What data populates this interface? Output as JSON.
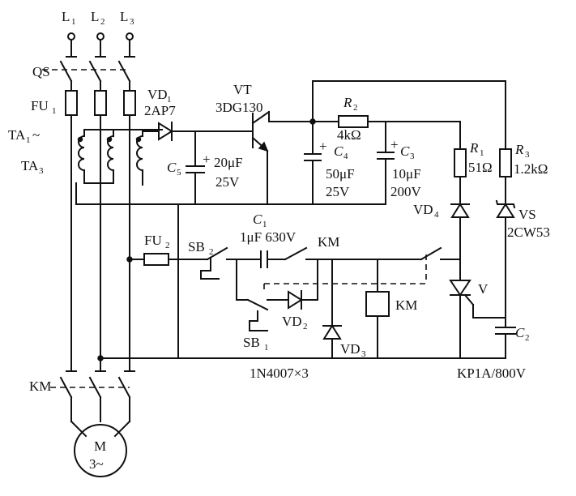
{
  "labels": {
    "L1": "L",
    "L1_sub": "1",
    "L2": "L",
    "L2_sub": "2",
    "L3": "L",
    "L3_sub": "3",
    "QS": "QS",
    "FU1": "FU",
    "FU1_sub": "1",
    "TA1": "TA",
    "TA1_sub": "1",
    "TA1_tilde": "~",
    "TA3": "TA",
    "TA3_sub": "3",
    "VD1": "VD",
    "VD1_sub": "1",
    "VD1_model": "2AP7",
    "VT": "VT",
    "VT_model": "3DG130",
    "R2": "R",
    "R2_sub": "2",
    "R2_value": "4kΩ",
    "C5": "C",
    "C5_sub": "5",
    "C5_value": "20μF",
    "C5_voltage": "25V",
    "C4": "C",
    "C4_sub": "4",
    "C4_value": "50μF",
    "C4_voltage": "25V",
    "C3": "C",
    "C3_sub": "3",
    "C3_value": "10μF",
    "C3_voltage": "200V",
    "R1": "R",
    "R1_sub": "1",
    "R1_value": "51Ω",
    "R3": "R",
    "R3_sub": "3",
    "R3_value": "1.2kΩ",
    "VD4": "VD",
    "VD4_sub": "4",
    "VS": "VS",
    "VS_model": "2CW53",
    "C1": "C",
    "C1_sub": "1",
    "C1_value": "1μF 630V",
    "FU2": "FU",
    "FU2_sub": "2",
    "SB2": "SB",
    "SB2_sub": "2",
    "KM_contact": "KM",
    "KM_coil": "KM",
    "V": "V",
    "VD2": "VD",
    "VD2_sub": "2",
    "SB1": "SB",
    "SB1_sub": "1",
    "VD3": "VD",
    "VD3_sub": "3",
    "C2": "C",
    "C2_sub": "2",
    "diode_note": "1N4007×3",
    "thyristor_note": "KP1A/800V",
    "KM_main": "KM",
    "motor_M": "M",
    "motor_phase": "3~"
  },
  "components": [
    "fuse",
    "current-transformer",
    "diode",
    "transistor",
    "resistor",
    "capacitor",
    "zener-diode",
    "thyristor",
    "relay-coil",
    "push-button",
    "motor"
  ]
}
